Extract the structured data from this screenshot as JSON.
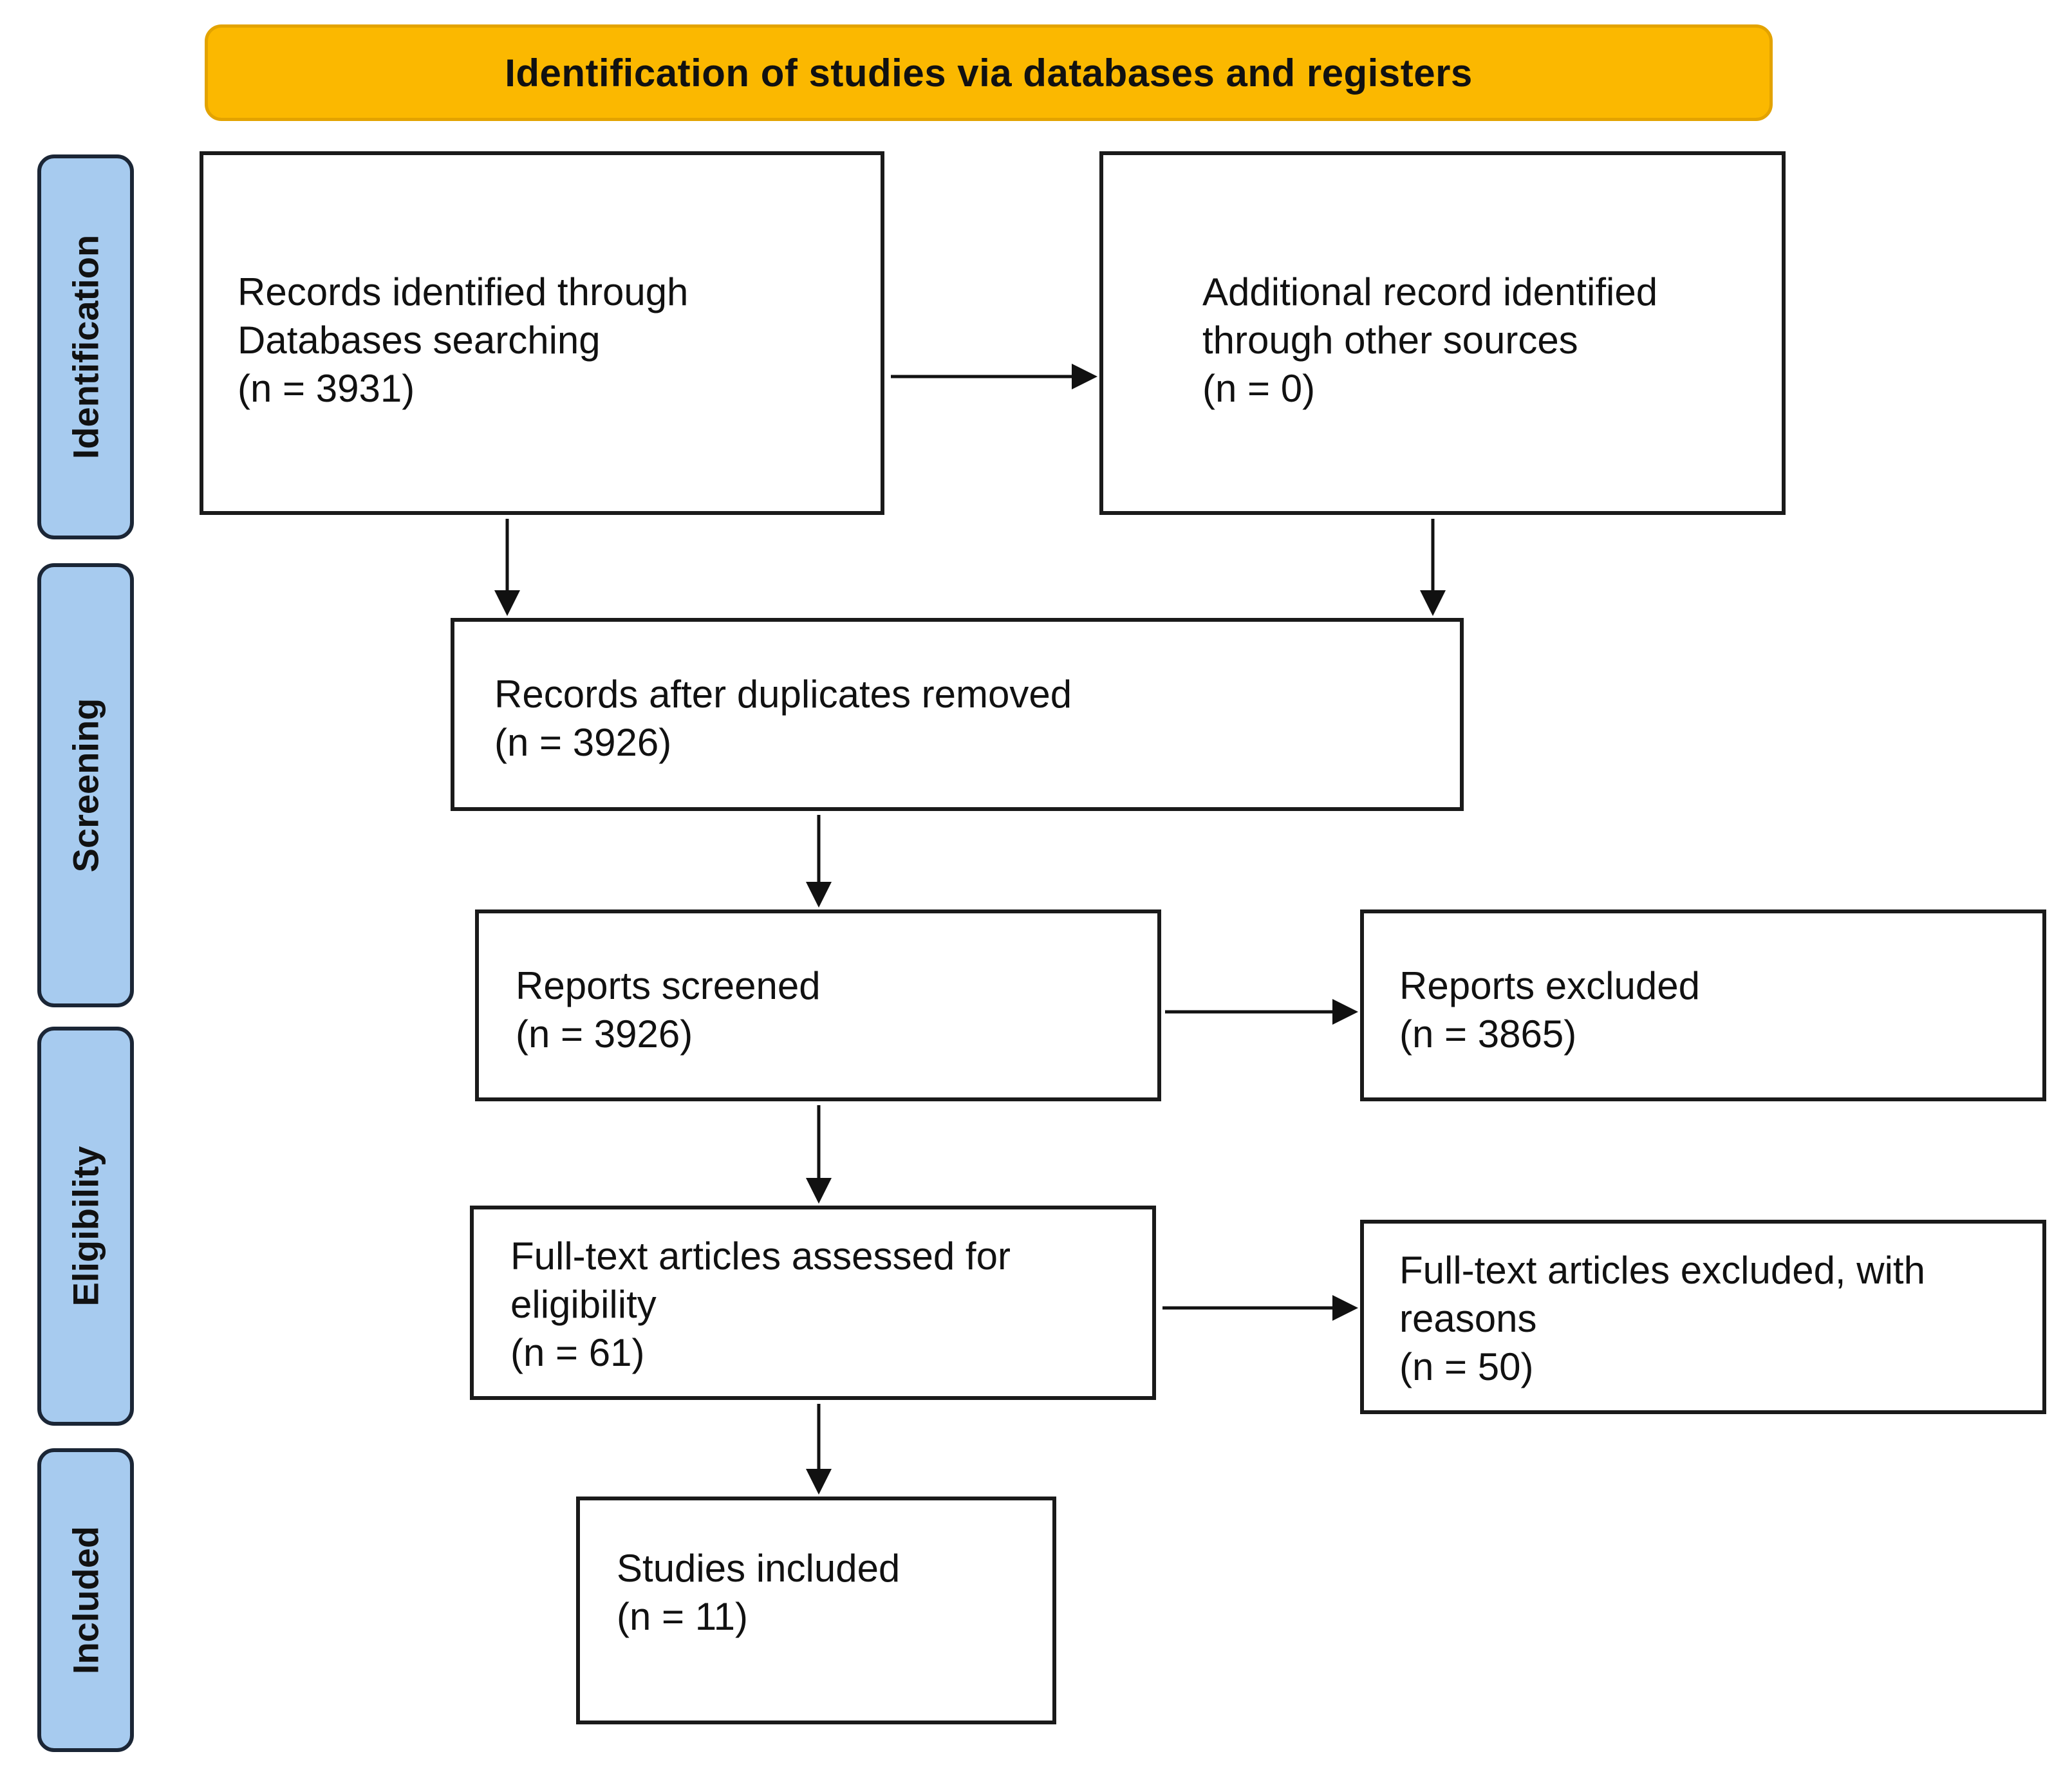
{
  "banner": {
    "title": "Identification of studies via databases and registers"
  },
  "phases": {
    "identification": "Identification",
    "screening": "Screening",
    "eligibility": "Eligibility",
    "included": "Included"
  },
  "boxes": {
    "database_records": {
      "line1": "Records identified through",
      "line2": "Databases searching",
      "count": "(n = 3931)"
    },
    "other_sources": {
      "line1": "Additional record identified",
      "line2": "through other sources",
      "count": "(n = 0)"
    },
    "duplicates_removed": {
      "line1": "Records after duplicates removed",
      "count": "(n = 3926)"
    },
    "reports_screened": {
      "line1": "Reports screened",
      "count": "(n = 3926)"
    },
    "reports_excluded": {
      "line1": "Reports excluded",
      "count": "(n = 3865)"
    },
    "full_text_assessed": {
      "line1": "Full-text articles assessed for",
      "line2": "eligibility",
      "count": "(n = 61)"
    },
    "full_text_excluded": {
      "line1": "Full-text articles excluded, with",
      "line2": "reasons",
      "count": "(n = 50)"
    },
    "studies_included": {
      "line1": "Studies included",
      "count": "(n = 11)"
    }
  },
  "colors": {
    "banner_fill": "#fbb800",
    "phase_fill": "#a7cbef",
    "phase_border": "#1b2636",
    "box_border": "#1a1a1a"
  }
}
